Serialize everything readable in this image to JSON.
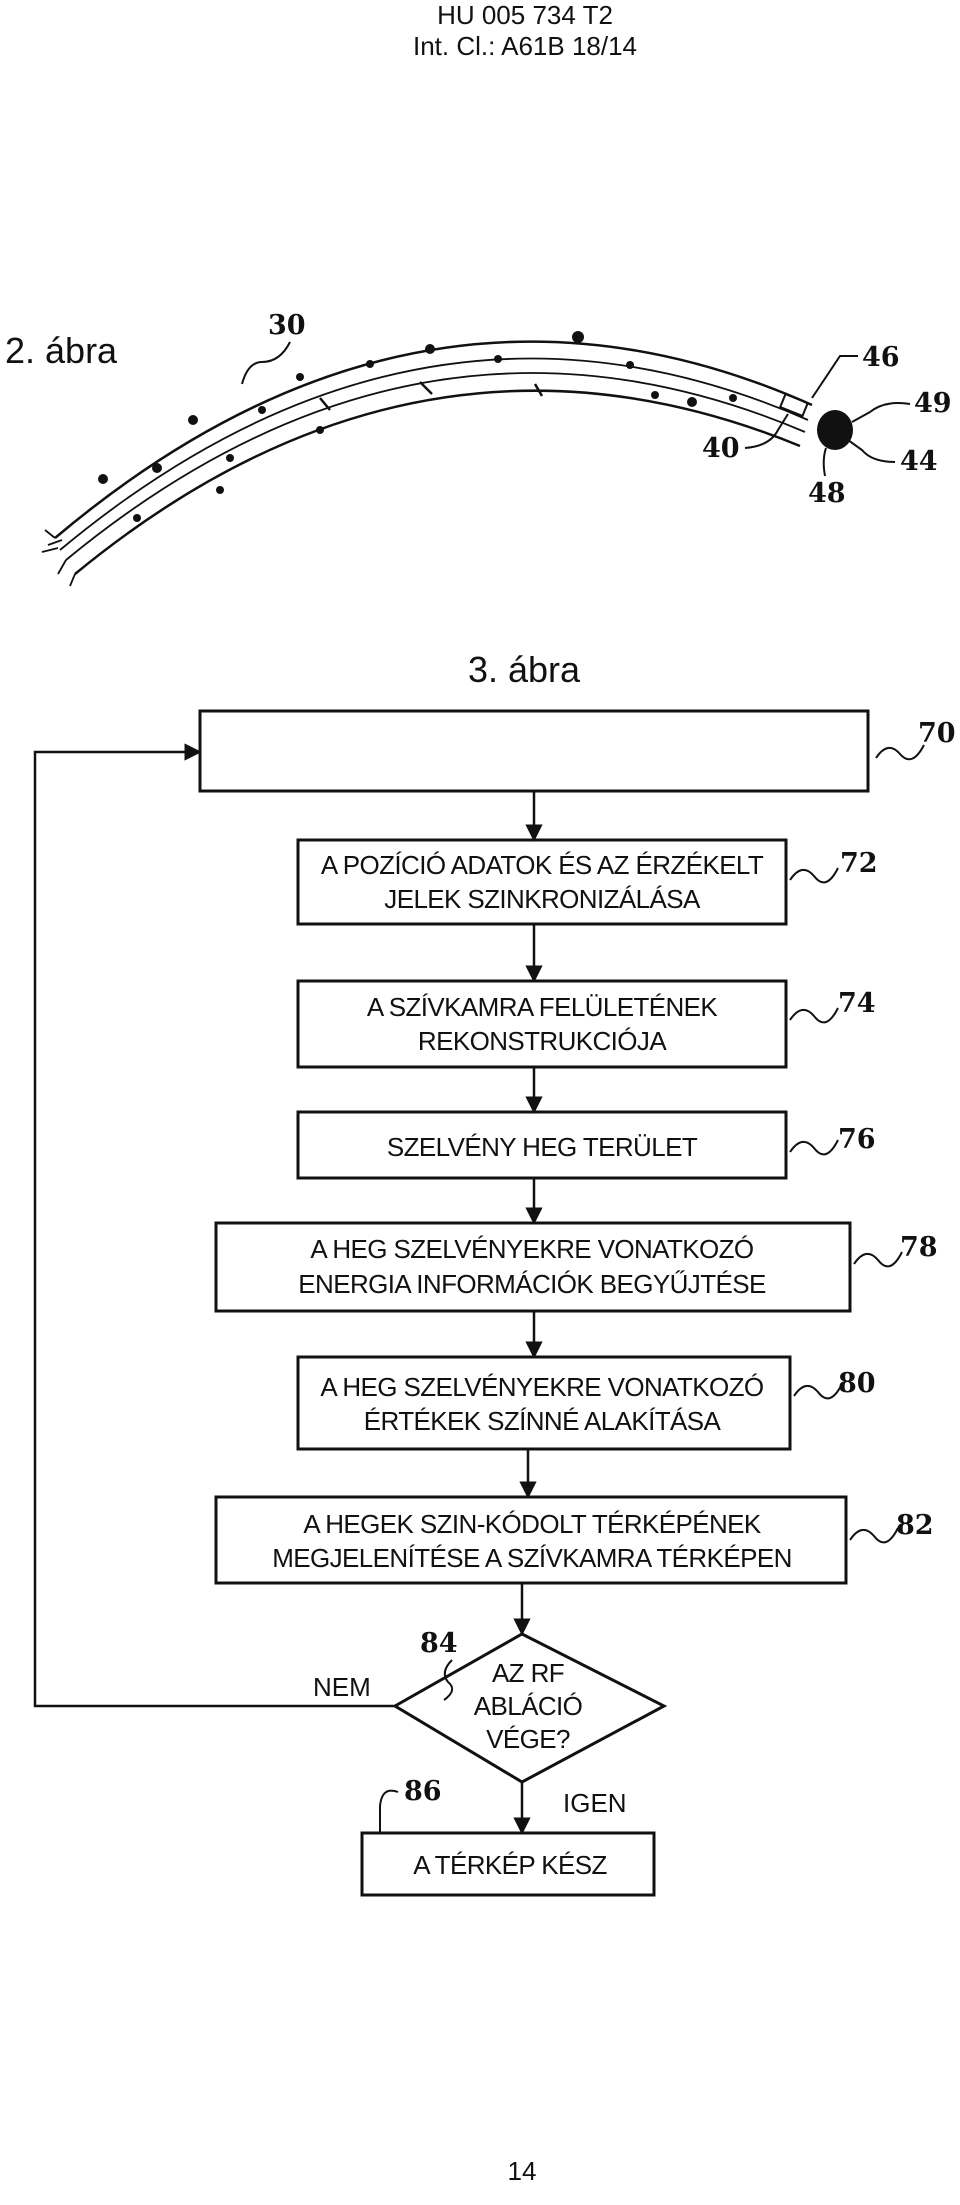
{
  "header": {
    "line1": "HU 005 734 T2",
    "line2": "Int. Cl.: A61B 18/14"
  },
  "figure2": {
    "title": "2. ábra",
    "refs": [
      "30",
      "46",
      "49",
      "40",
      "44",
      "48"
    ]
  },
  "figure3": {
    "title": "3. ábra",
    "steps": [
      {
        "ref": "70",
        "lines": []
      },
      {
        "ref": "72",
        "lines": [
          "A POZÍCIÓ ADATOK ÉS AZ ÉRZÉKELT",
          "JELEK SZINKRONIZÁLÁSA"
        ]
      },
      {
        "ref": "74",
        "lines": [
          "A SZÍVKAMRA FELÜLETÉNEK",
          "REKONSTRUKCIÓJA"
        ]
      },
      {
        "ref": "76",
        "lines": [
          "SZELVÉNY HEG TERÜLET"
        ]
      },
      {
        "ref": "78",
        "lines": [
          "A HEG SZELVÉNYEKRE VONATKOZÓ",
          "ENERGIA INFORMÁCIÓK BEGYŰJTÉSE"
        ]
      },
      {
        "ref": "80",
        "lines": [
          "A HEG SZELVÉNYEKRE VONATKOZÓ",
          "ÉRTÉKEK SZÍNNÉ ALAKÍTÁSA"
        ]
      },
      {
        "ref": "82",
        "lines": [
          "A HEGEK SZIN-KÓDOLT TÉRKÉPÉNEK",
          "MEGJELENÍTÉSE A SZÍVKAMRA TÉRKÉPEN"
        ]
      }
    ],
    "decision": {
      "ref": "84",
      "lines": [
        "AZ RF",
        "ABLÁCIÓ",
        "VÉGE?"
      ]
    },
    "no_label": "NEM",
    "yes_label": "IGEN",
    "final": {
      "ref": "86",
      "lines": [
        "A TÉRKÉP KÉSZ"
      ]
    }
  },
  "footer": {
    "page_number": "14"
  }
}
